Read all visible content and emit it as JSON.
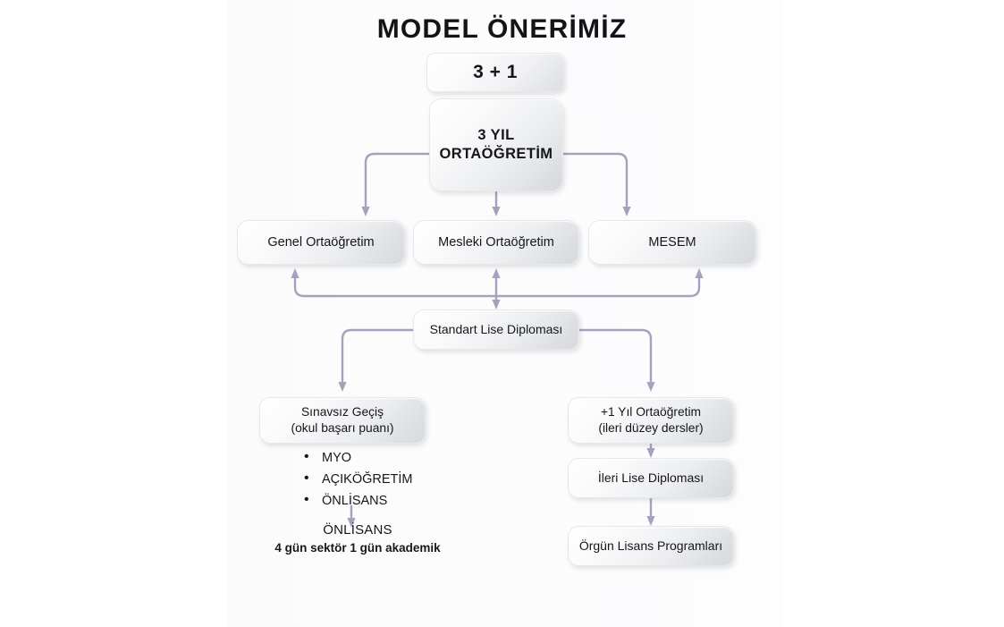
{
  "slide": {
    "title": "MODEL ÖNERİMİZ",
    "accent_color": "#a5a2bd",
    "text_color": "#16161a",
    "box_fill_light": "#ffffff",
    "box_fill_dark": "#d5d8dc",
    "background": "#ffffff"
  },
  "nodes": {
    "badge": {
      "label": "3 + 1"
    },
    "root": {
      "line1": "3 YIL",
      "line2": "ORTAÖĞRETİM"
    },
    "tracks": [
      {
        "label": "Genel Ortaöğretim"
      },
      {
        "label": "Mesleki Ortaöğretim"
      },
      {
        "label": "MESEM"
      }
    ],
    "diploma": {
      "label": "Standart Lise Diploması"
    },
    "left_branch": {
      "box": {
        "line1": "Sınavsız Geçiş",
        "line2": "(okul başarı puanı)"
      },
      "bullets": [
        "MYO",
        "AÇIKÖĞRETİM",
        "ÖNLİSANS"
      ],
      "outcome": "ÖNLİSANS",
      "outcome_caption": "4 gün sektör 1 gün akademik"
    },
    "right_branch": {
      "box": {
        "line1": "+1 Yıl Ortaöğretim",
        "line2": "(ileri düzey dersler)"
      },
      "diploma": {
        "label": "İleri Lise Diploması"
      },
      "programs": {
        "label": "Örgün Lisans Programları"
      }
    }
  }
}
